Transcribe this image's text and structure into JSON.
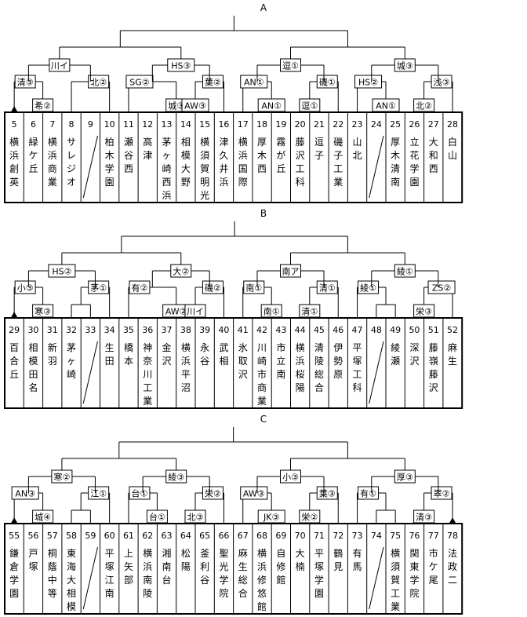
{
  "blocks": [
    {
      "label": "A",
      "teams": [
        {
          "num": "5",
          "name": "横浜創英",
          "seed": true
        },
        {
          "num": "6",
          "name": "緑ケ丘"
        },
        {
          "num": "7",
          "name": "横浜商業"
        },
        {
          "num": "8",
          "name": "サレジオ"
        },
        {
          "num": "9",
          "name": "",
          "bye": true
        },
        {
          "num": "10",
          "name": "柏木学園"
        },
        {
          "num": "11",
          "name": "瀬谷西"
        },
        {
          "num": "12",
          "name": "高津"
        },
        {
          "num": "13",
          "name": "茅ヶ崎西浜"
        },
        {
          "num": "14",
          "name": "相模大野"
        },
        {
          "num": "15",
          "name": "横須賀明光"
        },
        {
          "num": "16",
          "name": "津久井浜"
        },
        {
          "num": "17",
          "name": "横浜国際"
        },
        {
          "num": "18",
          "name": "厚木西"
        },
        {
          "num": "19",
          "name": "霧が丘"
        },
        {
          "num": "20",
          "name": "藤沢工科"
        },
        {
          "num": "21",
          "name": "逗子"
        },
        {
          "num": "22",
          "name": "磯子工業"
        },
        {
          "num": "23",
          "name": "山北"
        },
        {
          "num": "24",
          "name": "",
          "bye": true
        },
        {
          "num": "25",
          "name": "厚木清南"
        },
        {
          "num": "26",
          "name": "立花学園"
        },
        {
          "num": "27",
          "name": "大和西"
        },
        {
          "num": "28",
          "name": "白山"
        }
      ],
      "r1": [
        {
          "a": 1,
          "b": 2,
          "label": "希②"
        },
        {
          "a": 8,
          "b": 9,
          "label": "城③"
        },
        {
          "a": 9,
          "b": 10,
          "label": "AW③"
        },
        {
          "a": 13,
          "b": 14,
          "label": "AN①"
        },
        {
          "a": 15,
          "b": 16,
          "label": "逗①"
        },
        {
          "a": 19,
          "b": 20,
          "label": "AN①"
        },
        {
          "a": 21,
          "b": 22,
          "label": "北②"
        }
      ],
      "r2": [
        {
          "parts": [
            0,
            "r1:0"
          ],
          "label": "清③"
        },
        {
          "parts": [
            3,
            5
          ],
          "label": "北②"
        },
        {
          "parts": [
            6,
            "r1:1"
          ],
          "label": "SG②"
        },
        {
          "parts": [
            "r1:2",
            11
          ],
          "label": "葉②"
        },
        {
          "parts": [
            12,
            "r1:3"
          ],
          "label": "AN①"
        },
        {
          "parts": [
            "r1:4",
            17
          ],
          "label": "磯①"
        },
        {
          "parts": [
            18,
            "r1:5"
          ],
          "label": "HS②"
        },
        {
          "parts": [
            "r1:6",
            23
          ],
          "label": "浅③"
        }
      ],
      "r3": [
        "川イ",
        "HS③",
        "逗①",
        "城③"
      ]
    },
    {
      "label": "B",
      "teams": [
        {
          "num": "29",
          "name": "百合丘",
          "seed": true
        },
        {
          "num": "30",
          "name": "相模田名"
        },
        {
          "num": "31",
          "name": "新羽"
        },
        {
          "num": "32",
          "name": "茅ヶ崎"
        },
        {
          "num": "33",
          "name": "",
          "bye": true
        },
        {
          "num": "34",
          "name": "生田"
        },
        {
          "num": "35",
          "name": "橋本"
        },
        {
          "num": "36",
          "name": "神奈川工業"
        },
        {
          "num": "37",
          "name": "金沢"
        },
        {
          "num": "38",
          "name": "横浜平沼"
        },
        {
          "num": "39",
          "name": "永谷"
        },
        {
          "num": "40",
          "name": "武相"
        },
        {
          "num": "41",
          "name": "氷取沢"
        },
        {
          "num": "42",
          "name": "川崎市商業"
        },
        {
          "num": "43",
          "name": "市立南"
        },
        {
          "num": "44",
          "name": "横浜桜陽"
        },
        {
          "num": "45",
          "name": "清陵総合"
        },
        {
          "num": "46",
          "name": "伊勢原"
        },
        {
          "num": "47",
          "name": "平塚工科"
        },
        {
          "num": "48",
          "name": "",
          "bye": true
        },
        {
          "num": "49",
          "name": "綾瀬"
        },
        {
          "num": "50",
          "name": "深沢"
        },
        {
          "num": "51",
          "name": "藤嶺藤沢"
        },
        {
          "num": "52",
          "name": "麻生"
        }
      ],
      "r1": [
        {
          "a": 1,
          "b": 2,
          "label": "寒③"
        },
        {
          "a": 3,
          "b": 4,
          "label": ""
        },
        {
          "a": 8,
          "b": 9,
          "label": "AW②"
        },
        {
          "a": 9,
          "b": 10,
          "label": "川イ"
        },
        {
          "a": 13,
          "b": 14,
          "label": "南①"
        },
        {
          "a": 15,
          "b": 16,
          "label": "清①"
        },
        {
          "a": 19,
          "b": 20,
          "label": ""
        },
        {
          "a": 21,
          "b": 22,
          "label": "栄③"
        }
      ],
      "r2": [
        {
          "parts": [
            0,
            "r1:0"
          ],
          "label": "小③"
        },
        {
          "parts": [
            "r1:1",
            5
          ],
          "label": "茅①"
        },
        {
          "parts": [
            6,
            "r1:2"
          ],
          "label": "有②"
        },
        {
          "parts": [
            "r1:3",
            11
          ],
          "label": "磯②"
        },
        {
          "parts": [
            12,
            "r1:4"
          ],
          "label": "南①"
        },
        {
          "parts": [
            "r1:5",
            17
          ],
          "label": "清①"
        },
        {
          "parts": [
            18,
            "r1:6"
          ],
          "label": "綾①"
        },
        {
          "parts": [
            "r1:7",
            23
          ],
          "label": "ZS②"
        }
      ],
      "r3": [
        "HS②",
        "大②",
        "南ア",
        "綾①"
      ]
    },
    {
      "label": "C",
      "teams": [
        {
          "num": "55",
          "name": "鎌倉学園",
          "seed": true
        },
        {
          "num": "56",
          "name": "戸塚"
        },
        {
          "num": "57",
          "name": "桐蔭中等"
        },
        {
          "num": "58",
          "name": "東海大相模"
        },
        {
          "num": "59",
          "name": "",
          "bye": true
        },
        {
          "num": "60",
          "name": "平塚江南"
        },
        {
          "num": "61",
          "name": "上矢部"
        },
        {
          "num": "62",
          "name": "横浜南陵"
        },
        {
          "num": "63",
          "name": "湘南台"
        },
        {
          "num": "64",
          "name": "松陽"
        },
        {
          "num": "65",
          "name": "釜利谷"
        },
        {
          "num": "66",
          "name": "聖光学院"
        },
        {
          "num": "67",
          "name": "麻生総合"
        },
        {
          "num": "68",
          "name": "横浜修悠館"
        },
        {
          "num": "69",
          "name": "自修館"
        },
        {
          "num": "70",
          "name": "大楠"
        },
        {
          "num": "71",
          "name": "平塚学園"
        },
        {
          "num": "72",
          "name": "鶴見"
        },
        {
          "num": "73",
          "name": "有馬"
        },
        {
          "num": "74",
          "name": "",
          "bye": true
        },
        {
          "num": "75",
          "name": "横須賀工業"
        },
        {
          "num": "76",
          "name": "関東学院"
        },
        {
          "num": "77",
          "name": "市ケ尾"
        },
        {
          "num": "78",
          "name": "法政二",
          "seed": true
        }
      ],
      "r1": [
        {
          "a": 1,
          "b": 2,
          "label": "城④"
        },
        {
          "a": 3,
          "b": 4,
          "label": ""
        },
        {
          "a": 7,
          "b": 8,
          "label": "台①"
        },
        {
          "a": 9,
          "b": 10,
          "label": "北③"
        },
        {
          "a": 13,
          "b": 14,
          "label": "JK③"
        },
        {
          "a": 15,
          "b": 16,
          "label": "栄②"
        },
        {
          "a": 19,
          "b": 20,
          "label": ""
        },
        {
          "a": 21,
          "b": 22,
          "label": "清③"
        }
      ],
      "r2": [
        {
          "parts": [
            0,
            "r1:0"
          ],
          "label": "AN③"
        },
        {
          "parts": [
            "r1:1",
            5
          ],
          "label": "江①"
        },
        {
          "parts": [
            6,
            "r1:2"
          ],
          "label": "台①"
        },
        {
          "parts": [
            "r1:3",
            11
          ],
          "label": "栄②"
        },
        {
          "parts": [
            12,
            "r1:4"
          ],
          "label": "AW③"
        },
        {
          "parts": [
            "r1:5",
            17
          ],
          "label": "葉③"
        },
        {
          "parts": [
            18,
            "r1:6"
          ],
          "label": "有①"
        },
        {
          "parts": [
            "r1:7",
            23
          ],
          "label": "翠②"
        }
      ],
      "r3": [
        "寒②",
        "綾③",
        "小③",
        "厚③"
      ]
    }
  ]
}
